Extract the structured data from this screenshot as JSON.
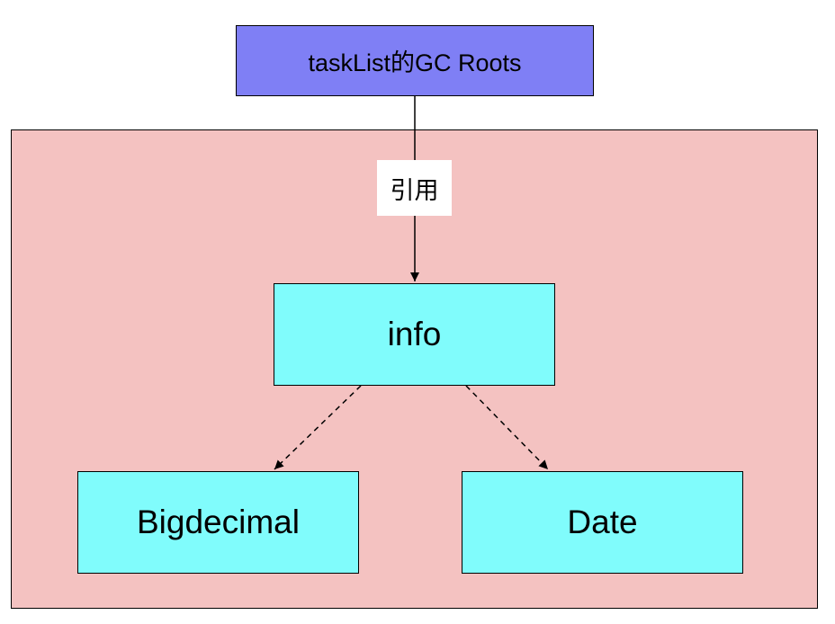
{
  "nodes": {
    "root": "taskList的GC Roots",
    "info": "info",
    "bigdecimal": "Bigdecimal",
    "date": "Date"
  },
  "edges": {
    "root_to_info": "引用"
  },
  "colors": {
    "container_fill": "#f4c2c1",
    "root_fill": "#7f7ff5",
    "object_fill": "#80fcfc",
    "edge_label_bg": "#ffffff"
  }
}
